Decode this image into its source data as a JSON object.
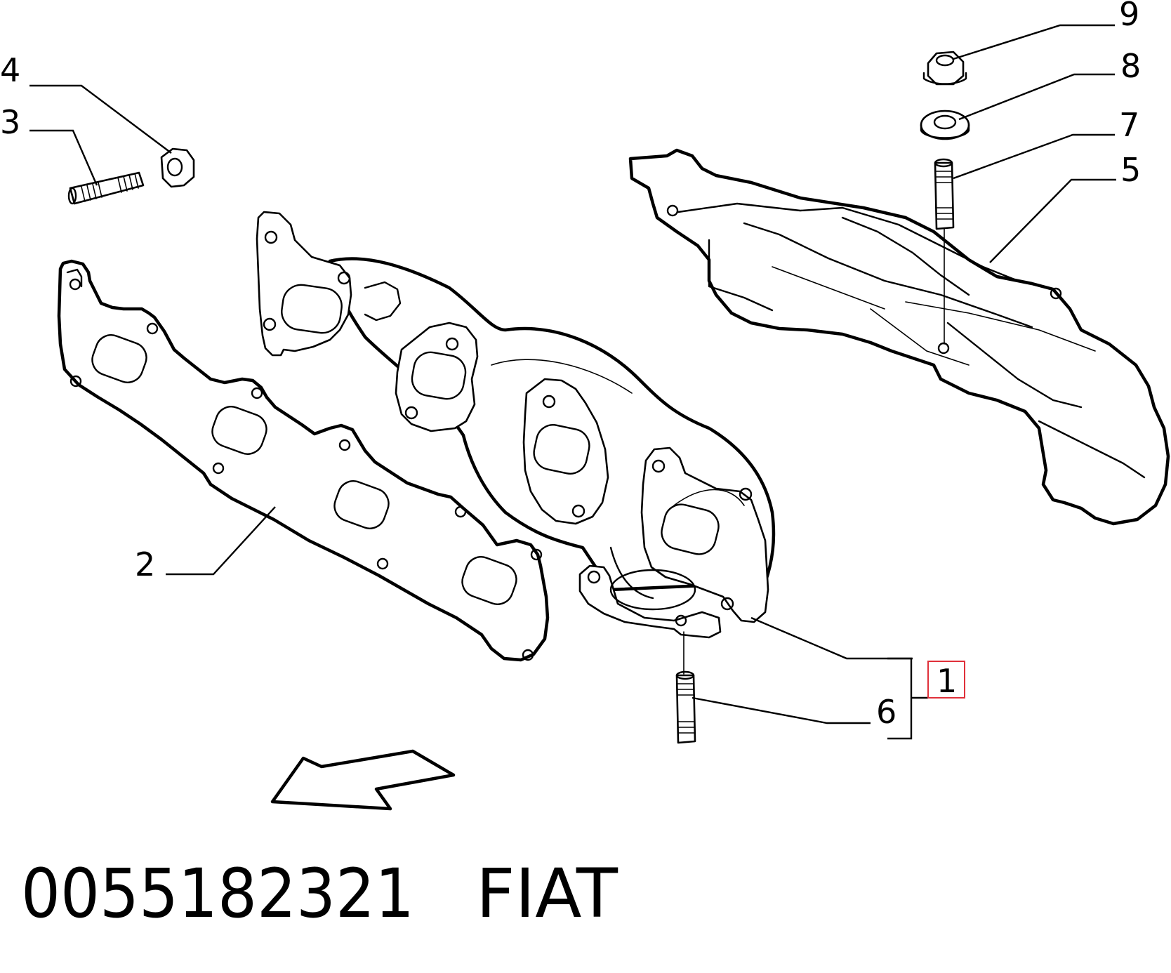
{
  "callouts": {
    "c1": "1",
    "c2": "2",
    "c3": "3",
    "c4": "4",
    "c5": "5",
    "c6": "6",
    "c7": "7",
    "c8": "8",
    "c9": "9"
  },
  "footer": {
    "part_number": "0055182321",
    "brand": "FIAT"
  },
  "colors": {
    "ink": "#000000",
    "highlight": "#e0303a",
    "background": "#ffffff"
  }
}
